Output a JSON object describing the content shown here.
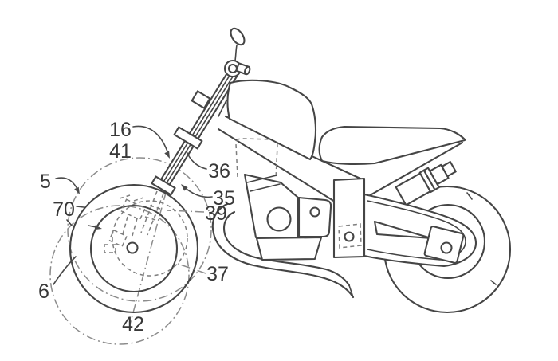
{
  "figure": {
    "title": "Motorcycle patent line drawing - side view",
    "description": "Patent-style technical drawing of a motorcycle with hub-center steered front wheel; hidden parts and reference circles shown in dashed lines",
    "background_color": "#ffffff",
    "line_color": "#454545",
    "hidden_line_color": "#8c8c8c",
    "label_color": "#383838"
  },
  "labels": [
    {
      "id": "16",
      "text": "16"
    },
    {
      "id": "41",
      "text": "41"
    },
    {
      "id": "5",
      "text": "5"
    },
    {
      "id": "70",
      "text": "70"
    },
    {
      "id": "6",
      "text": "6"
    },
    {
      "id": "42",
      "text": "42"
    },
    {
      "id": "36",
      "text": "36"
    },
    {
      "id": "35",
      "text": "35"
    },
    {
      "id": "39",
      "text": "39"
    },
    {
      "id": "37",
      "text": "37"
    }
  ]
}
